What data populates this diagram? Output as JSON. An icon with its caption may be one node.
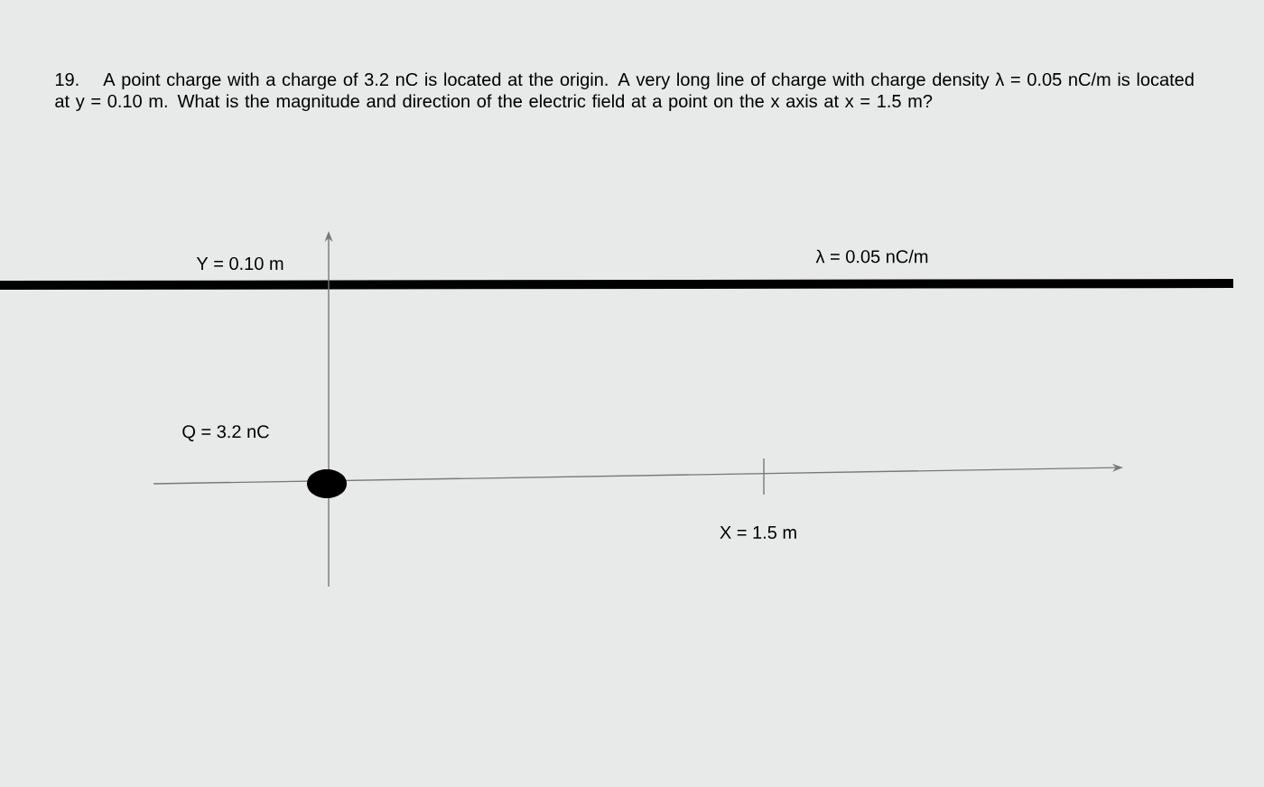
{
  "diagram": {
    "labels": [
      "19.",
      "A point charge with a charge of 3.2 nC is located at the origin. A very long line of charge with charge density λ = 0.05 nC/m is located at y = 0.10 m. What is the magnitude and direction of the electric field at a point on the x axis at x = 1.5 m?",
      "Y = 0.10 m",
      "λ = 0.05 nC/m",
      "Q = 3.2 nC",
      "X = 1.5 m"
    ]
  }
}
